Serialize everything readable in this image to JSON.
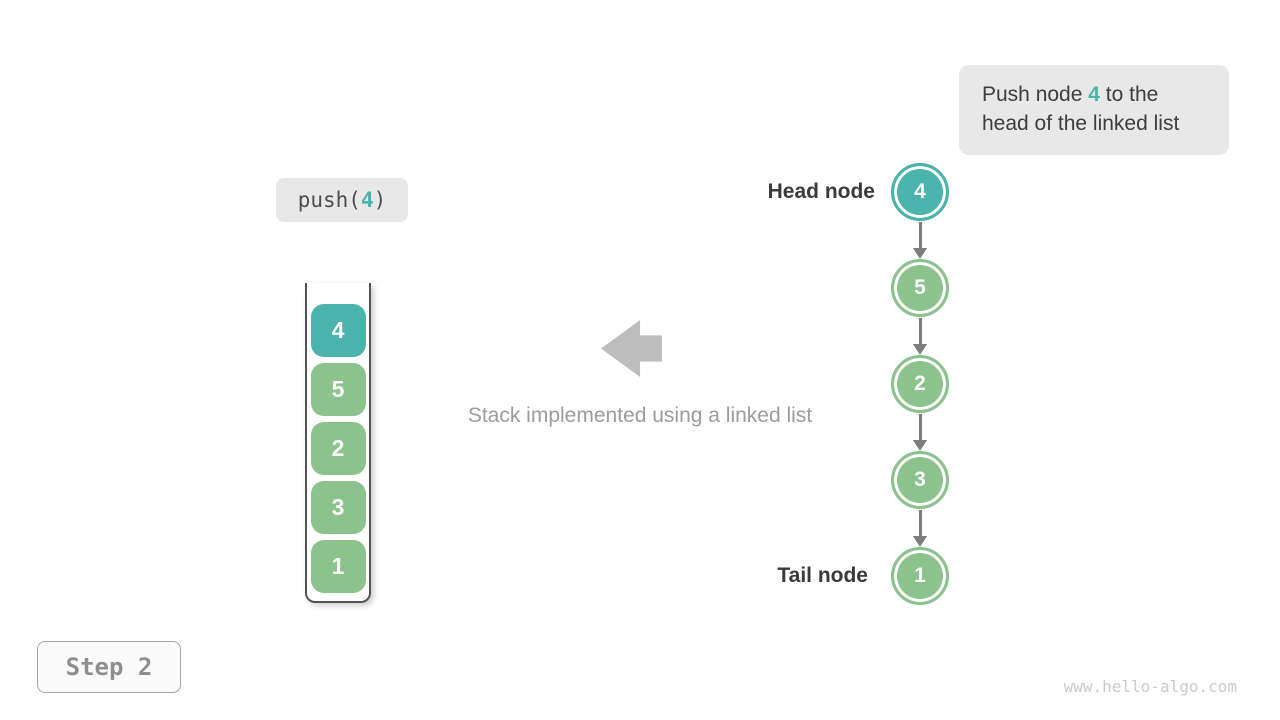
{
  "colors": {
    "teal": "#4ab3ab",
    "green": "#8cc28c",
    "callout_bg": "#e8e8e8",
    "code_bg": "#e8e8e8",
    "dark_text": "#3d3d3d",
    "label_text": "#3a3a3a",
    "muted_text": "#9c9c9c",
    "block_arrow": "#bdbdbd",
    "link_arrow": "#7d7d7d",
    "container_border": "#525252",
    "step_text": "#8f8f8f",
    "watermark_text": "#cbcbcb",
    "node_text": "#ffffff"
  },
  "callout": {
    "line1_prefix": "Push node ",
    "highlight": "4",
    "line1_suffix": " to the",
    "line2": "head of the linked list"
  },
  "code": {
    "prefix": "push(",
    "arg": "4",
    "suffix": ")"
  },
  "stack": {
    "items": [
      {
        "value": "4",
        "color": "#4ab3ab"
      },
      {
        "value": "5",
        "color": "#8cc28c"
      },
      {
        "value": "2",
        "color": "#8cc28c"
      },
      {
        "value": "3",
        "color": "#8cc28c"
      },
      {
        "value": "1",
        "color": "#8cc28c"
      }
    ]
  },
  "linked_list": {
    "head_label": "Head node",
    "tail_label": "Tail node",
    "nodes": [
      {
        "value": "4",
        "color": "#4ab3ab"
      },
      {
        "value": "5",
        "color": "#8cc28c"
      },
      {
        "value": "2",
        "color": "#8cc28c"
      },
      {
        "value": "3",
        "color": "#8cc28c"
      },
      {
        "value": "1",
        "color": "#8cc28c"
      }
    ]
  },
  "caption": "Stack implemented using a linked list",
  "step_badge": {
    "label": "Step 2"
  },
  "watermark": "www.hello-algo.com"
}
